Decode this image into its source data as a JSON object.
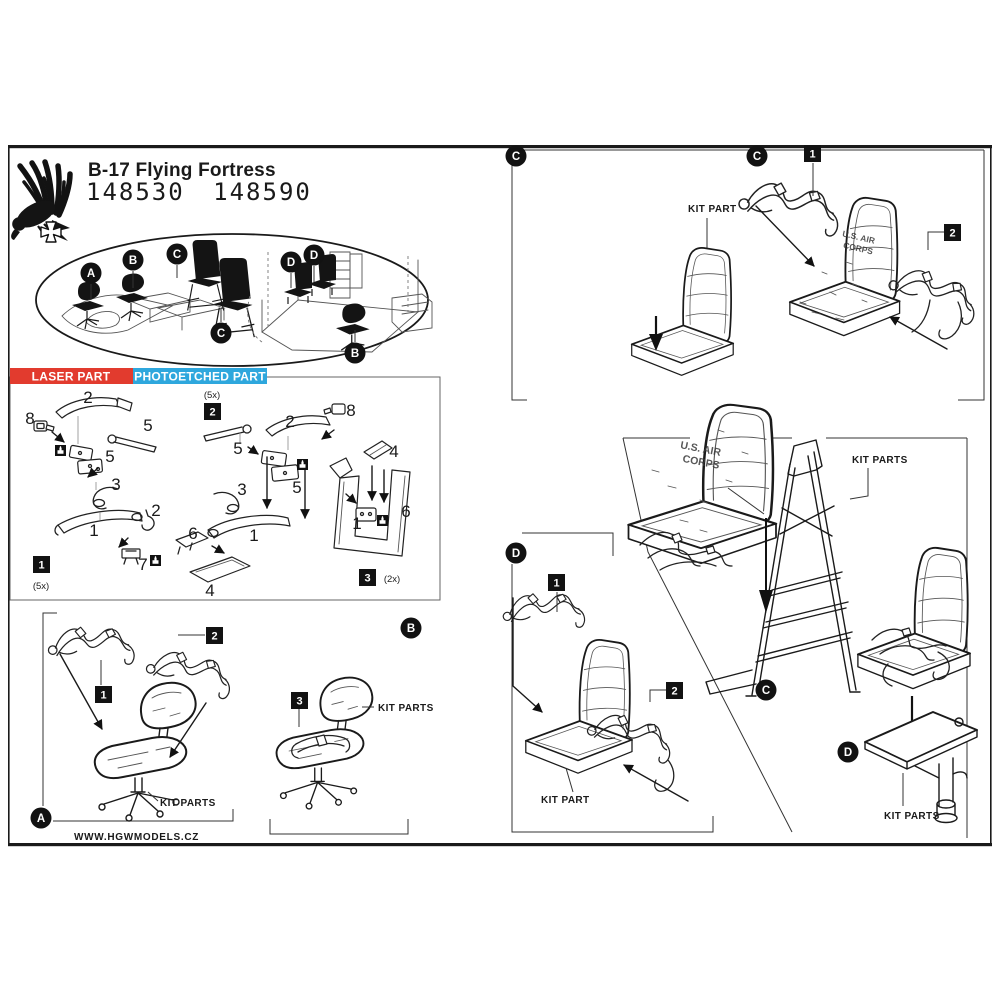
{
  "colors": {
    "laser": "#e23b2e",
    "photoetched": "#2ea7dd",
    "ink": "#1a1a1a"
  },
  "header": {
    "title": "B-17 Flying Fortress",
    "product_numbers": "148530 148590"
  },
  "legend": {
    "laser_label": "LASER PART",
    "photoetched_label": "PHOTOETCHED PART"
  },
  "overview": {
    "labels": {
      "a": "A",
      "b_left": "B",
      "c_upper": "C",
      "c_lower": "C",
      "d_left": "D",
      "d_right": "D",
      "b_right": "B"
    }
  },
  "parts": {
    "assembly1": {
      "badge": "1",
      "count": "(5x)",
      "laser": {
        "n1": "1",
        "n2": "2",
        "n3": "3",
        "n5": "5"
      },
      "photo": {
        "n2": "2",
        "n5": "5",
        "n7": "7",
        "n8": "8"
      }
    },
    "assembly2": {
      "badge": "2",
      "count": "(5x)",
      "laser": {
        "n1": "1",
        "n2": "2",
        "n3": "3",
        "n4": "4",
        "n5": "5"
      },
      "photo": {
        "n5": "5",
        "n6": "6",
        "n8": "8"
      }
    },
    "assembly3": {
      "badge": "3",
      "count": "(2x)",
      "laser": {
        "n6": "6"
      },
      "photo": {
        "n1": "1",
        "n4": "4"
      }
    }
  },
  "stencil": {
    "line1": "U.S. AIR",
    "line2": "CORPS"
  },
  "sections": {
    "a": {
      "label": "A",
      "badge1": "1",
      "badge2": "2",
      "kit_parts": "KIT PARTS"
    },
    "b": {
      "label": "B",
      "badge3": "3",
      "kit_parts": "KIT PARTS"
    },
    "c_top": {
      "label": "C",
      "label_right": "C",
      "badge1": "1",
      "badge2": "2",
      "kit_part": "KIT PART"
    },
    "c_mid": {
      "label": "C",
      "kit_parts": "KIT PARTS"
    },
    "d_left": {
      "label": "D",
      "badge1": "1",
      "badge2": "2",
      "kit_part": "KIT PART"
    },
    "d_right": {
      "label": "D",
      "kit_parts": "KIT PARTS"
    }
  },
  "footer": {
    "website": "WWW.HGWMODELS.CZ"
  }
}
